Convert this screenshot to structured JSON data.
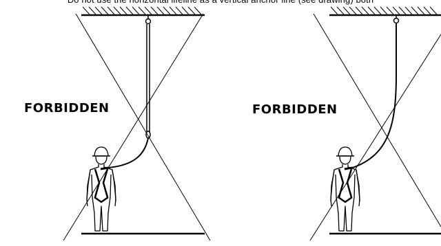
{
  "top_text": "Do not use the horizontal lifeline as a vertical anchor line (see drawing) both",
  "panels": [
    {
      "label": "FORBIDDEN"
    },
    {
      "label": "FORBIDDEN"
    }
  ],
  "colors": {
    "ink": "#000000",
    "background": "#ffffff"
  }
}
